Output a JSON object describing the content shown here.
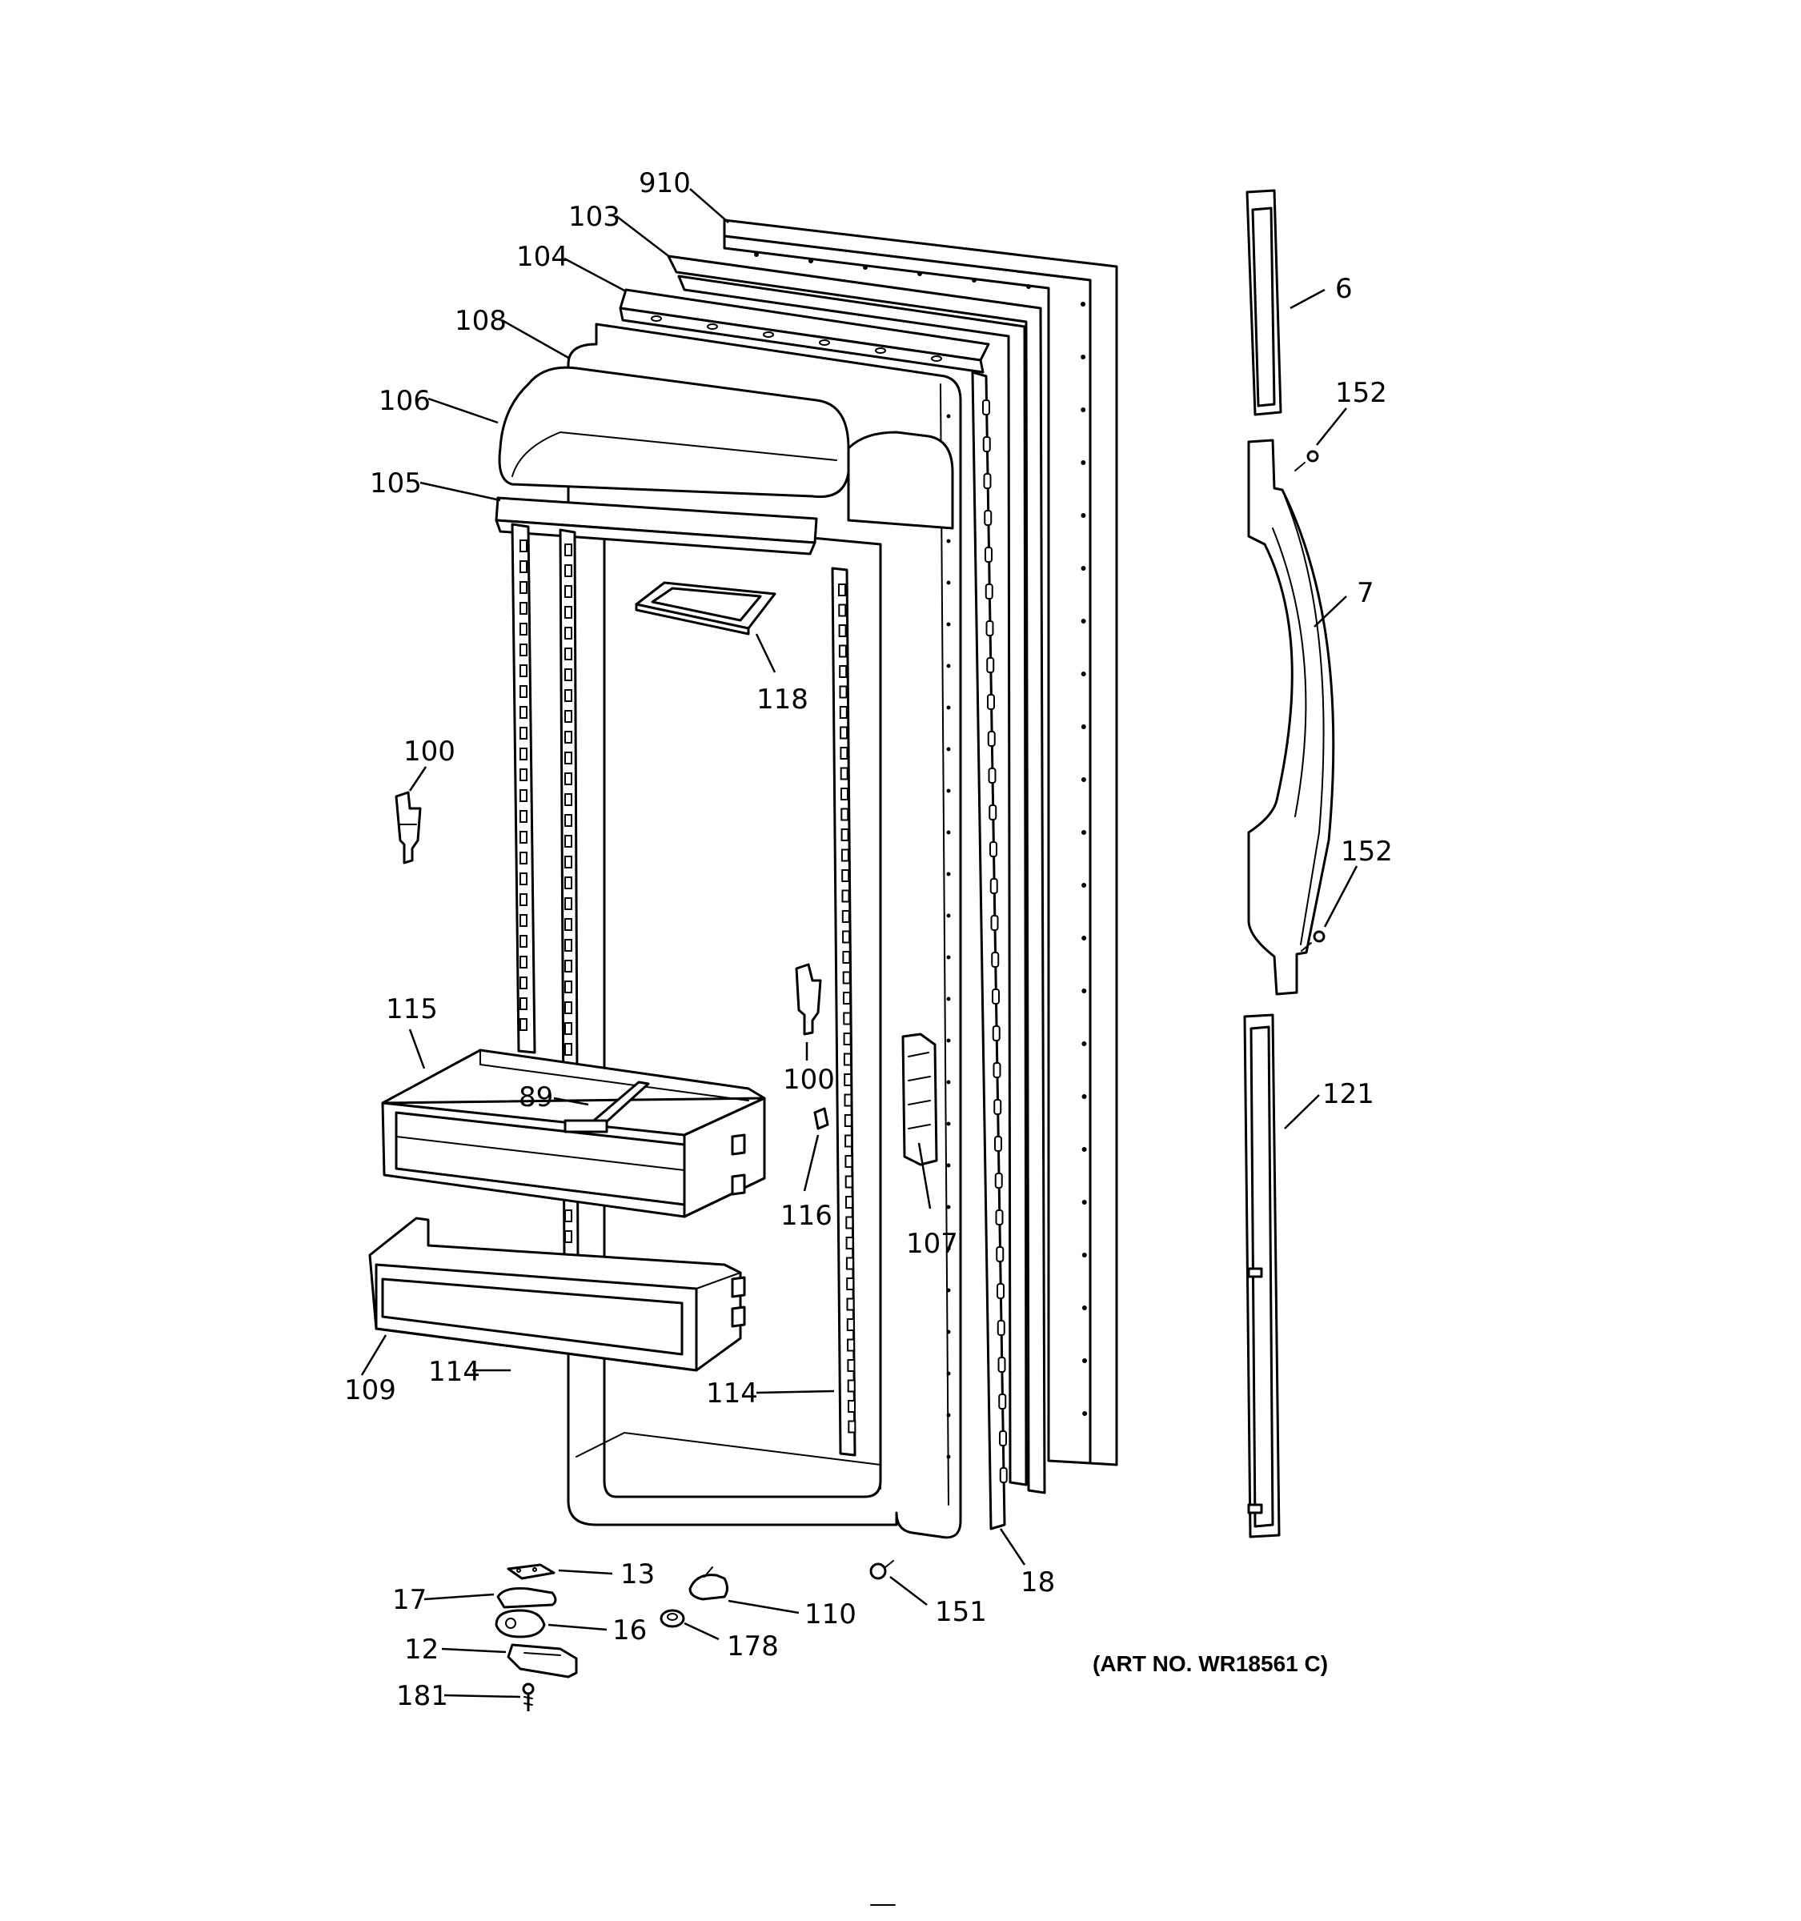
{
  "callouts": {
    "c910": "910",
    "c103": "103",
    "c104": "104",
    "c108": "108",
    "c106": "106",
    "c105": "105",
    "c118": "118",
    "c100a": "100",
    "c100b": "100",
    "c115": "115",
    "c89": "89",
    "c116": "116",
    "c107": "107",
    "c109": "109",
    "c114a": "114",
    "c114b": "114",
    "c6": "6",
    "c152a": "152",
    "c7": "7",
    "c152b": "152",
    "c121": "121",
    "c13": "13",
    "c17": "17",
    "c16": "16",
    "c12": "12",
    "c181": "181",
    "c110": "110",
    "c178": "178",
    "c151": "151",
    "c18": "18"
  },
  "art_number": "(ART NO. WR18561 C)"
}
